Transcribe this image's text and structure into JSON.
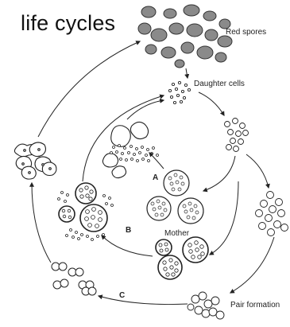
{
  "title": "life cycles",
  "labels": {
    "red_spores": "Red spores",
    "daughter_cells": "Daughter cells",
    "mother": "Mother",
    "pair_formation": "Pair formation"
  },
  "stages": {
    "a": "A",
    "b": "B",
    "c": "C"
  },
  "colors": {
    "spore_fill": "#8a8a8a",
    "ink": "#222222",
    "background": "#ffffff"
  }
}
